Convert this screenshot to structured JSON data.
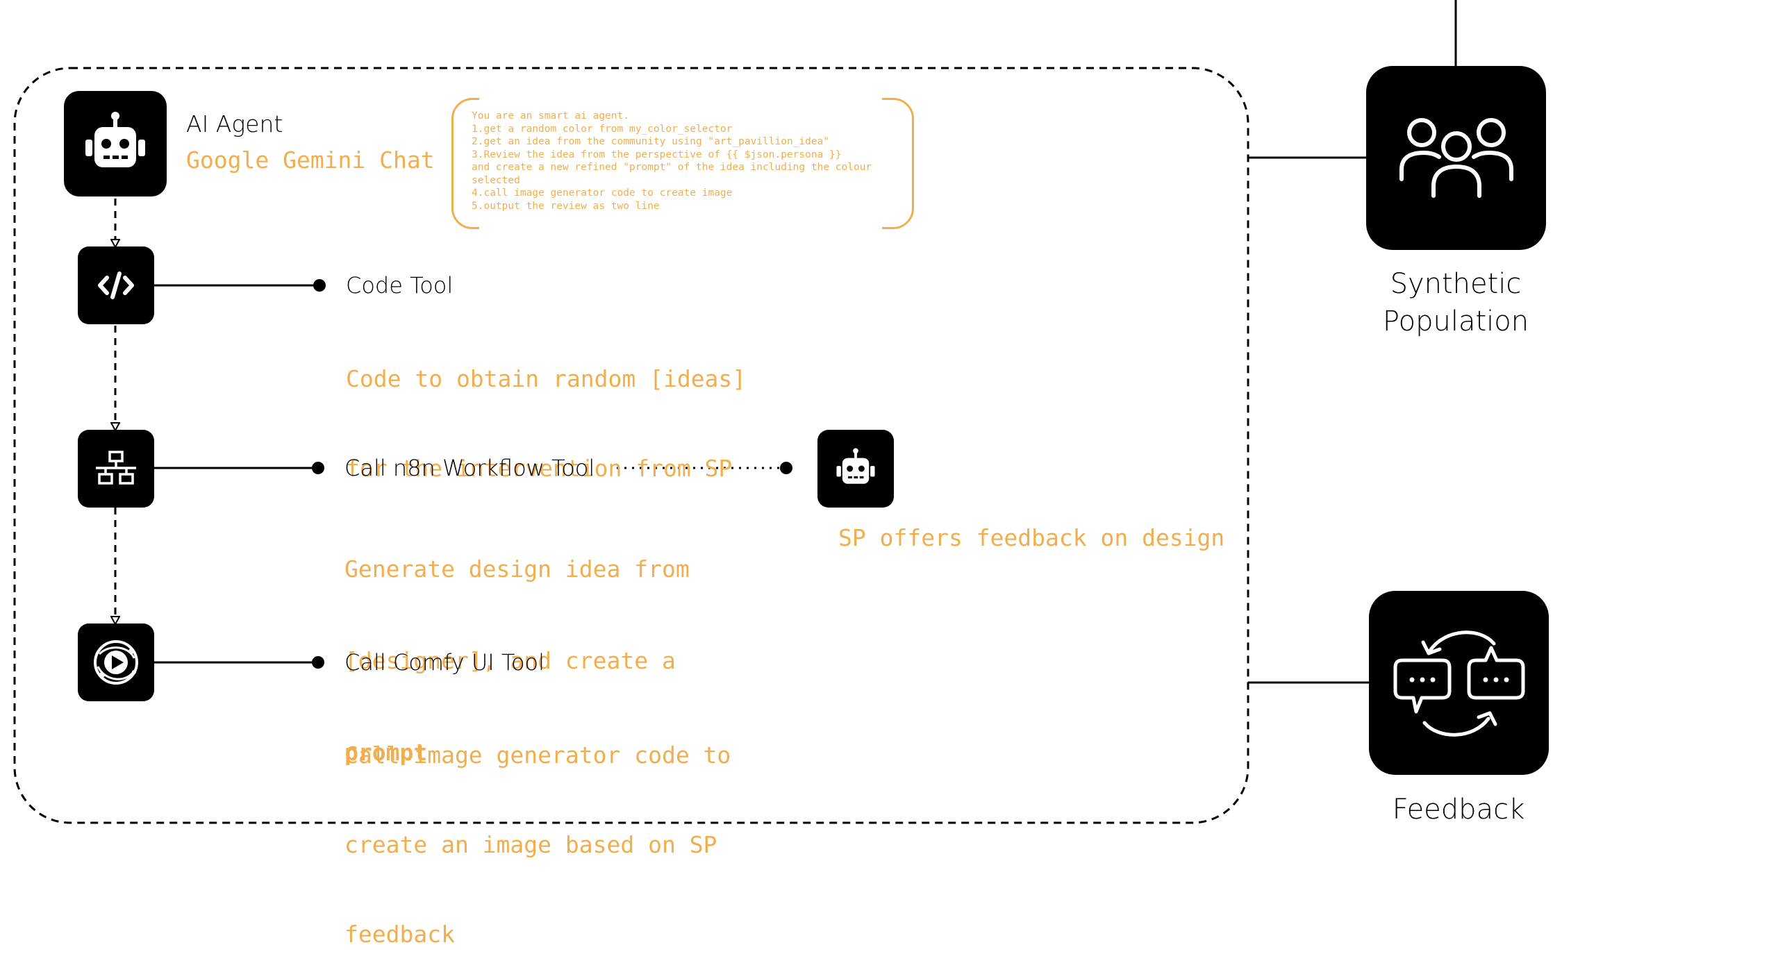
{
  "agent": {
    "title": "AI Agent",
    "model": "Google Gemini Chat",
    "icon": "robot-icon",
    "prompt_lines": [
      "You are an smart ai agent.",
      "1.get a random color from my_color_selector",
      "2.get an idea from the community using \"art_pavillion_idea\"",
      "3.Review the idea from the perspective of {{ $json.persona }}",
      "and create a new refined \"prompt\" of the idea including the colour",
      "selected",
      "4.call image generator code to create image",
      "5.output the review as two line"
    ]
  },
  "tools": [
    {
      "title": "Code Tool",
      "icon": "code-icon",
      "desc_lines": [
        "Code to obtain random [ideas]",
        "for the intervention from SP"
      ]
    },
    {
      "title": "Call n8n Workflow Tool",
      "icon": "network-icon",
      "desc_lines": [
        "Generate design idea from",
        "[designer], and create a"
      ],
      "desc_bold": "prompt"
    },
    {
      "title": "Call Comfy UI Tool",
      "icon": "comfy-play-icon",
      "desc_lines": [
        "Call image generator code to",
        "create an image based on SP",
        "feedback"
      ]
    }
  ],
  "sp_feedback": {
    "text": "SP offers feedback on design",
    "icon": "robot-icon"
  },
  "synthetic_population": {
    "line1": "Synthetic",
    "line2": "Population",
    "icon": "people-icon"
  },
  "feedback": {
    "label": "Feedback",
    "icon": "chat-cycle-icon"
  },
  "colors": {
    "accent": "#f0ae4e",
    "ink": "#000000"
  }
}
